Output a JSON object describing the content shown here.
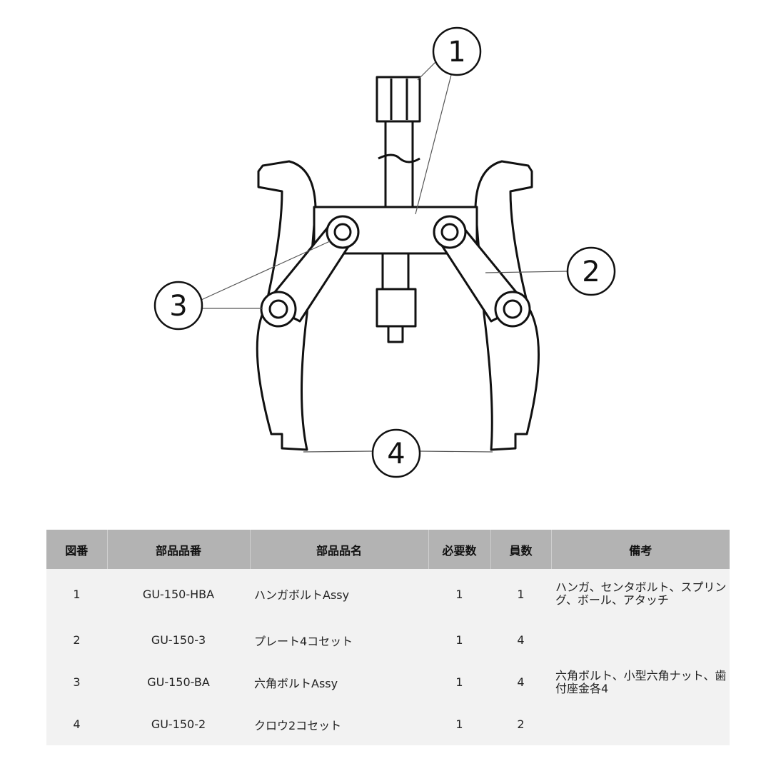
{
  "diagram": {
    "callouts": [
      "1",
      "2",
      "3",
      "4"
    ]
  },
  "table": {
    "headers": [
      "図番",
      "部品品番",
      "部品品名",
      "必要数",
      "員数",
      "備考"
    ],
    "rows": [
      [
        "1",
        "GU-150-HBA",
        "ハンガボルトAssy",
        "1",
        "1",
        "ハンガ、センタボルト、スプリング、ボール、アタッチ"
      ],
      [
        "2",
        "GU-150-3",
        "プレート4コセット",
        "1",
        "4",
        ""
      ],
      [
        "3",
        "GU-150-BA",
        "六角ボルトAssy",
        "1",
        "4",
        "六角ボルト、小型六角ナット、歯付座金各4"
      ],
      [
        "4",
        "GU-150-2",
        "クロウ2コセット",
        "1",
        "2",
        ""
      ]
    ]
  }
}
